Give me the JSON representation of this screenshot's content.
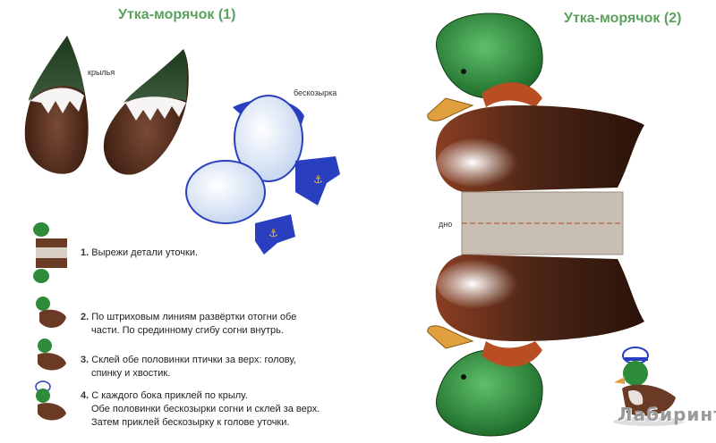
{
  "left_title": "Утка-морячок (1)",
  "right_title": "Утка-морячок (2)",
  "labels": {
    "wings": "крылья",
    "cap": "бескозырка",
    "bottom": "дно"
  },
  "steps": [
    {
      "num": "1.",
      "lines": [
        "Вырежи детали уточки."
      ]
    },
    {
      "num": "2.",
      "lines": [
        "По штриховым линиям развёртки отогни обе",
        "части. По срединному сгибу согни внутрь."
      ]
    },
    {
      "num": "3.",
      "lines": [
        "Склей обе половинки птички за верх: голову,",
        "спинку и хвостик."
      ]
    },
    {
      "num": "4.",
      "lines": [
        "С каждого бока приклей по крылу.",
        "Обе половинки бескозырки согни и склей за верх.",
        "Затем приклей бескозырку к голове уточки."
      ]
    }
  ],
  "watermark": "Лабиринт",
  "colors": {
    "title": "#5ca05e",
    "duck_head": "#2e8b3a",
    "duck_body": "#5a2d1c",
    "beak": "#e0a040",
    "cap_blue": "#2a3fbf"
  }
}
